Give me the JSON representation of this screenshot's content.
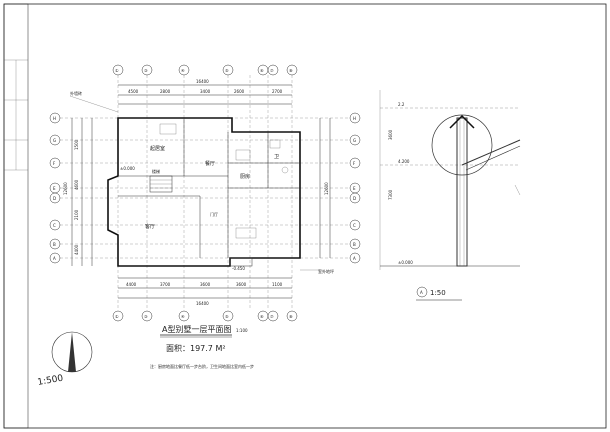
{
  "drawing": {
    "title": "A型别墅一层平面图",
    "title_scale": "1:100",
    "area_label": "面积：197.7 M²",
    "footnote": "注：厨房地面比餐厅低一步台阶，卫生间地面比室内低一步",
    "north_scale": "1:500",
    "detail_label": "1:50",
    "detail_tag": "A"
  },
  "rooms": {
    "living": "起居室",
    "dining": "餐厅",
    "kitchen": "厨房",
    "bath": "卫",
    "master": "客厅"
  },
  "axes": {
    "top": [
      "①",
      "③",
      "④",
      "⑤",
      "⑥",
      "⑦",
      "⑧"
    ],
    "bottom": [
      "①",
      "③",
      "④",
      "⑤",
      "⑥",
      "⑦",
      "⑧"
    ],
    "left": [
      "H",
      "G",
      "F",
      "E",
      "D",
      "C",
      "B",
      "A"
    ],
    "right": [
      "H",
      "G",
      "F",
      "E",
      "D",
      "C",
      "B",
      "A"
    ]
  },
  "dims": {
    "top_total": "16400",
    "top_segs": [
      "4500",
      "2800",
      "3400",
      "2600",
      "2700"
    ],
    "bottom_total": "16400",
    "bottom_segs": [
      "4400",
      "3700",
      "3600",
      "3600",
      "1100"
    ],
    "left_total": "12600",
    "left_segs": [
      "1500",
      "4600",
      "2100",
      "4400"
    ],
    "right_total": "12600",
    "detail_dims": [
      "2.2",
      "3600",
      "4.200",
      "7300",
      "±0.000"
    ]
  },
  "labels": {
    "stair": "楼梯",
    "entry": "门厅",
    "note1": "外墙砖",
    "note2": "室外地坪",
    "elev1": "±0.000",
    "elev2": "-0.450"
  }
}
